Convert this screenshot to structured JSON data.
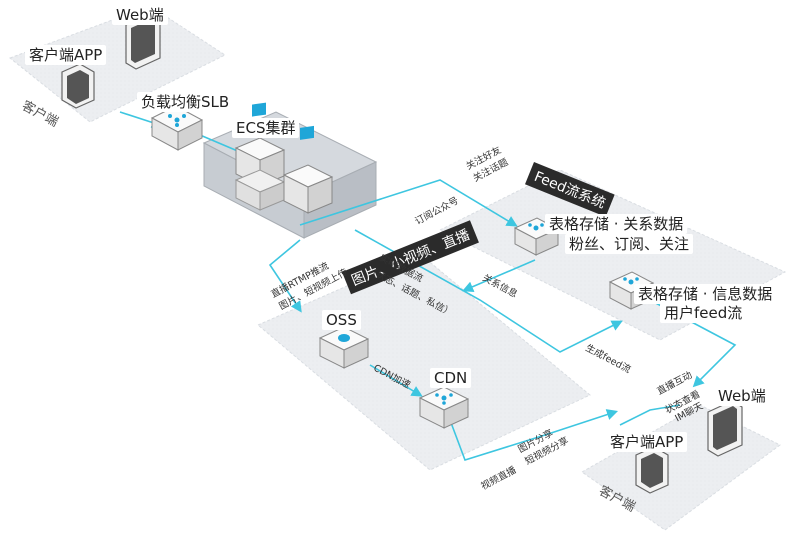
{
  "nodes": {
    "web_top": "Web端",
    "client_app_top": "客户端APP",
    "client_zone_top": "客户端",
    "slb": "负载均衡SLB",
    "ecs": "ECS集群",
    "feed_system": "Feed流系统",
    "table_store_relation": "表格存储 · 关系数据",
    "table_store_relation_sub": "粉丝、订阅、关注",
    "table_store_info": "表格存储 · 信息数据",
    "table_store_info_sub": "用户feed流",
    "media_banner": "图片、小视频、直播",
    "oss": "OSS",
    "cdn": "CDN",
    "web_bottom": "Web端",
    "client_app_bottom": "客户端APP",
    "client_zone_bottom": "客户端"
  },
  "edges": {
    "follow_friends": "关注好友",
    "follow_topics": "关注话题",
    "subscribe_accounts": "订阅公众号",
    "relation_info": "关系信息",
    "live_rtmp": "直播RTMP推流",
    "upload_media": "图片、短视频上传",
    "realtime_data": "实时数据流",
    "realtime_detail": "（状态、话题、私信）",
    "gen_feed": "生成feed流",
    "cdn_accel": "CDN加速",
    "live_interact": "直播互动",
    "status_view": "状态查看",
    "im_chat": "IM聊天",
    "image_share": "图片分享",
    "short_video_share": "短视频分享",
    "video_live": "视频直播"
  },
  "colors": {
    "line": "#3ec6e0",
    "zone": "#e9ebee",
    "box_dark": "#2b2b2b",
    "icon_blue": "#1fa6d8"
  }
}
